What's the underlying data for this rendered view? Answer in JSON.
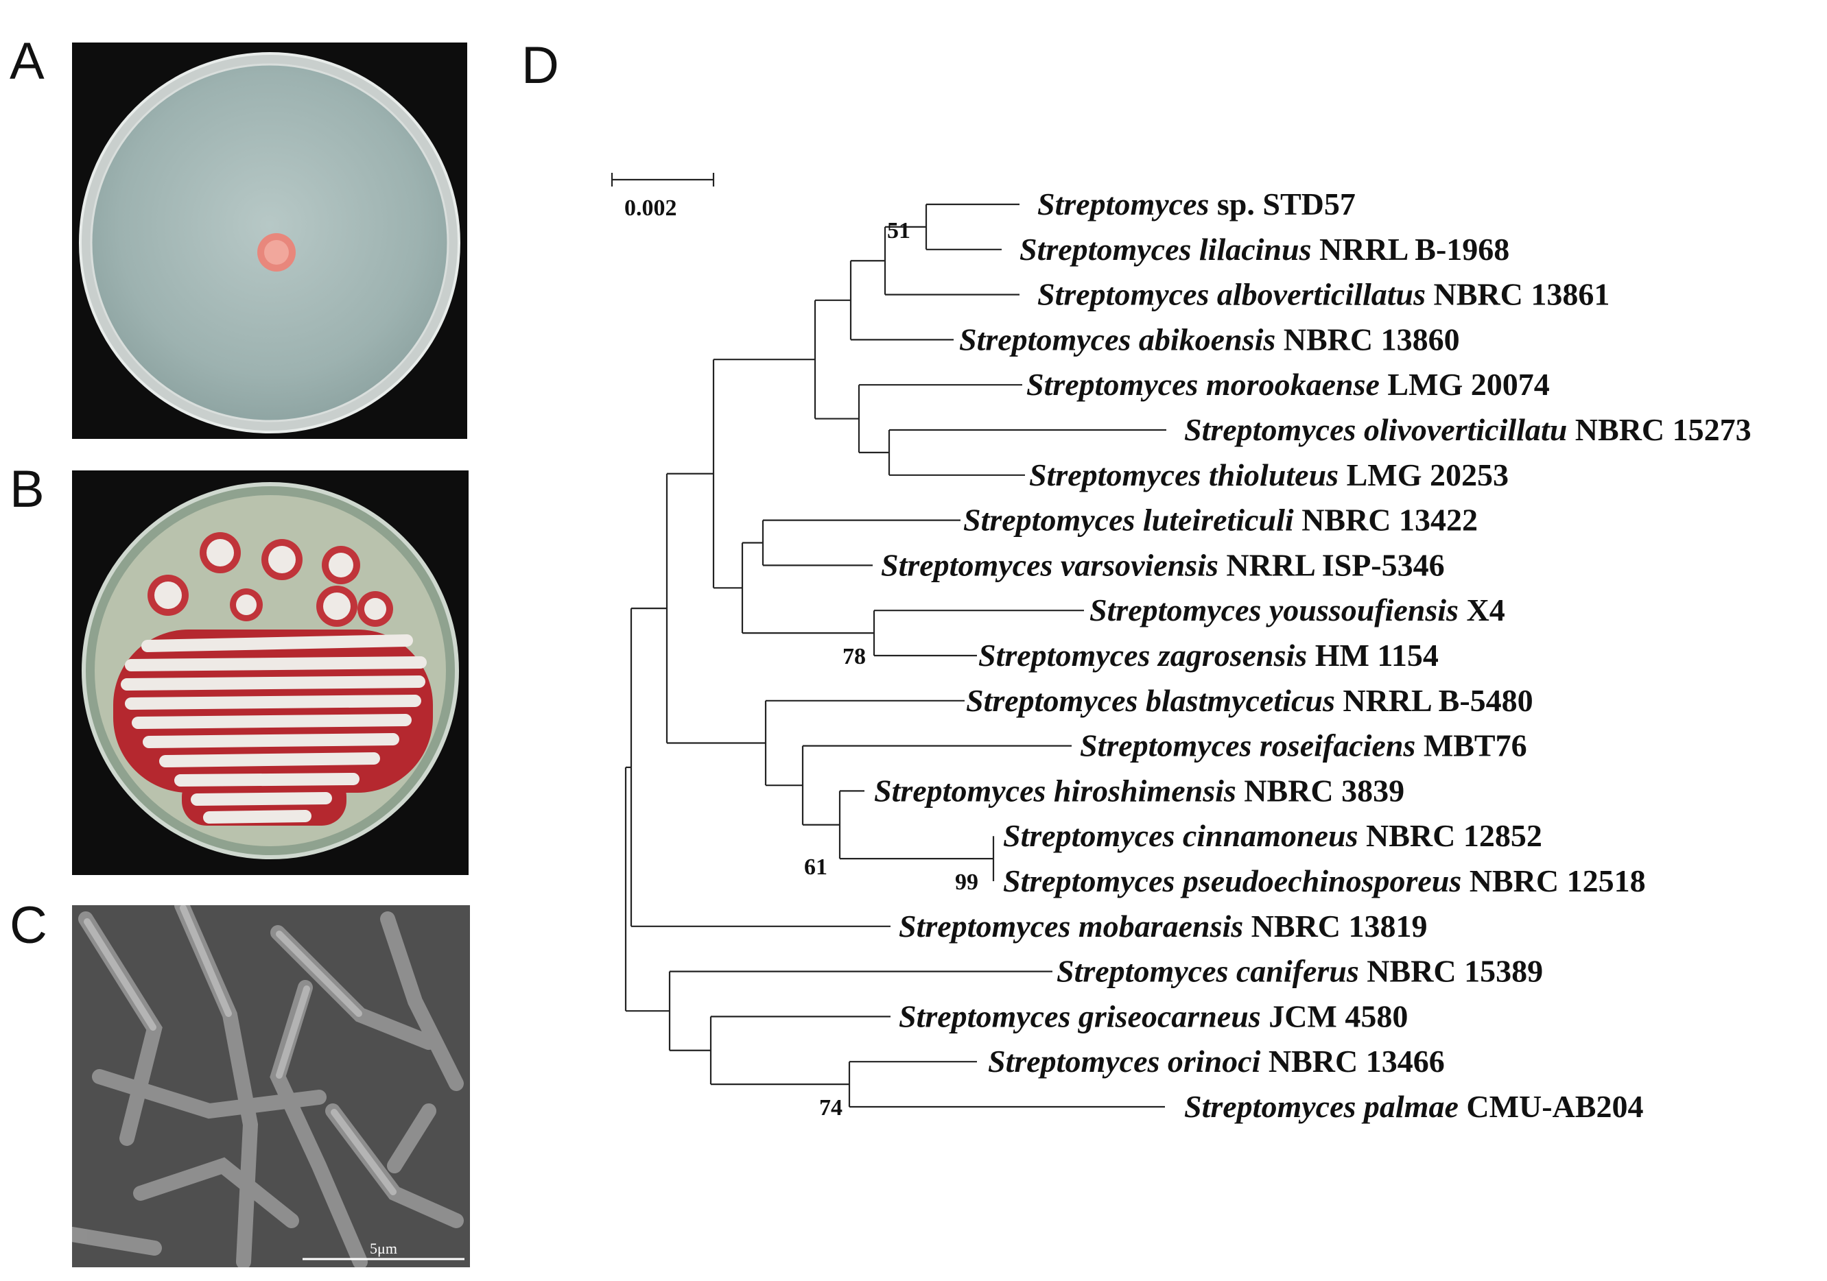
{
  "panels": {
    "a": {
      "letter": "A"
    },
    "b": {
      "letter": "B"
    },
    "c": {
      "letter": "C",
      "scale_label": "5μm"
    },
    "d": {
      "letter": "D"
    }
  },
  "tree": {
    "scale_label": "0.002",
    "taxa": [
      {
        "genus": "Streptomyces",
        "rest": "sp. STD57"
      },
      {
        "genus": "Streptomyces lilacinus",
        "rest": "NRRL B-1968"
      },
      {
        "genus": "Streptomyces alboverticillatus",
        "rest": "NBRC 13861"
      },
      {
        "genus": "Streptomyces abikoensis",
        "rest": "NBRC 13860"
      },
      {
        "genus": "Streptomyces morookaense",
        "rest": "LMG 20074"
      },
      {
        "genus": "Streptomyces olivoverticillatu",
        "rest": "NBRC 15273"
      },
      {
        "genus": "Streptomyces thioluteus",
        "rest": "LMG 20253"
      },
      {
        "genus": "Streptomyces luteireticuli",
        "rest": "NBRC 13422"
      },
      {
        "genus": "Streptomyces varsoviensis",
        "rest": "NRRL ISP-5346"
      },
      {
        "genus": "Streptomyces youssoufiensis",
        "rest": "X4"
      },
      {
        "genus": "Streptomyces zagrosensis",
        "rest": "HM 1154"
      },
      {
        "genus": "Streptomyces blastmyceticus",
        "rest": "NRRL B-5480"
      },
      {
        "genus": "Streptomyces roseifaciens",
        "rest": "MBT76"
      },
      {
        "genus": "Streptomyces hiroshimensis",
        "rest": "NBRC 3839"
      },
      {
        "genus": "Streptomyces cinnamoneus",
        "rest": "NBRC 12852"
      },
      {
        "genus": "Streptomyces pseudoechinosporeus",
        "rest": "NBRC 12518"
      },
      {
        "genus": "Streptomyces mobaraensis",
        "rest": "NBRC 13819"
      },
      {
        "genus": "Streptomyces caniferus",
        "rest": "NBRC 15389"
      },
      {
        "genus": "Streptomyces griseocarneus",
        "rest": "JCM 4580"
      },
      {
        "genus": "Streptomyces orinoci",
        "rest": "NBRC 13466"
      },
      {
        "genus": "Streptomyces palmae",
        "rest": "CMU-AB204"
      }
    ],
    "bootstrap": [
      "51",
      "78",
      "61",
      "99",
      "74"
    ]
  }
}
